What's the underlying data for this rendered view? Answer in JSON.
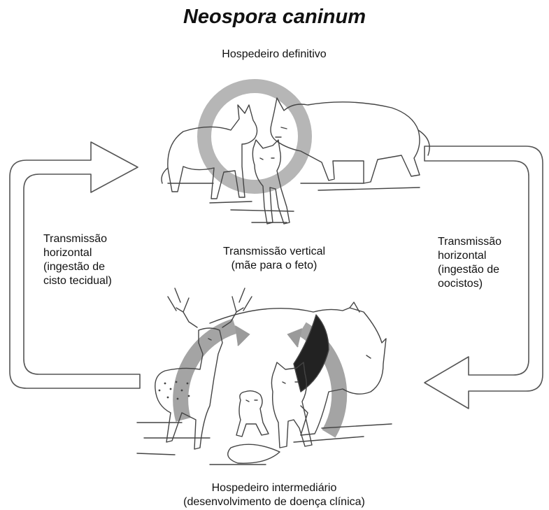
{
  "title": "Neospora caninum",
  "definitive_host": "Hospedeiro definitivo",
  "intermediate_host": {
    "line1": "Hospedeiro intermediário",
    "line2": "(desenvolvimento de doença clínica)"
  },
  "left_label": [
    "Transmissão",
    "horizontal",
    "(ingestão de",
    "cisto tecidual)"
  ],
  "right_label": [
    "Transmissão",
    "horizontal",
    "(ingestão de",
    "oocistos)"
  ],
  "center_label": {
    "line1": "Transmissão vertical",
    "line2": "(mãe para o feto)"
  },
  "colors": {
    "ring_top": "#a9a9a9",
    "ring_bottom": "#9a9a9a",
    "outline": "#555555",
    "text": "#111111"
  }
}
